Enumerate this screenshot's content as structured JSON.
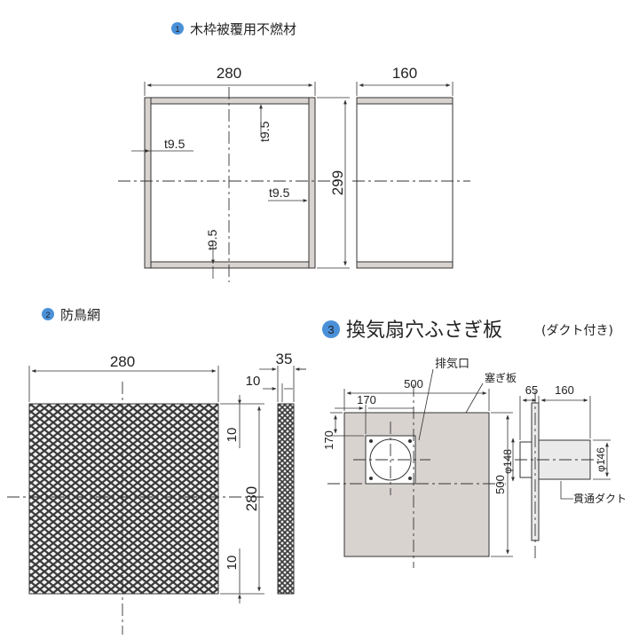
{
  "section1": {
    "number": "1",
    "title": "木枠被覆用不燃材",
    "dims": {
      "width": "280",
      "depth": "160",
      "height": "299",
      "t_top": "t9.5",
      "t_left": "t9.5",
      "t_right": "t9.5",
      "t_bottom": "t9.5"
    }
  },
  "section2": {
    "number": "2",
    "title": "防鳥網",
    "dims": {
      "width": "280",
      "depth": "35",
      "inner": "10",
      "height": "280",
      "margin_top": "10",
      "margin_bottom": "10"
    }
  },
  "section3": {
    "number": "3",
    "title": "換気扇穴ふさぎ板",
    "subtitle": "(ダクト付き)",
    "labels": {
      "exhaust": "排気口",
      "board": "塞ぎ板",
      "duct": "貫通ダクト"
    },
    "dims": {
      "width": "500",
      "height": "500",
      "offset_x": "170",
      "offset_y": "170",
      "side_a": "65",
      "side_b": "160",
      "dia_outer": "φ148",
      "dia_inner": "φ146"
    }
  },
  "colors": {
    "badge": "#4a90d9",
    "panel": "#d9d3d0",
    "mesh": "#444444"
  }
}
